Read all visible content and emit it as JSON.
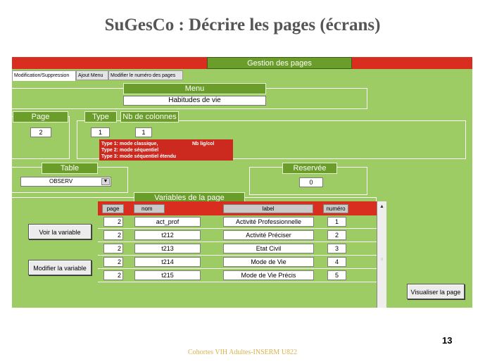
{
  "slide": {
    "title": "SuGesCo : Décrire les pages (écrans)",
    "page_number": "13",
    "footer": "Cohortes VIH Adultes-INSERM U822"
  },
  "app": {
    "window_title": "Gestion des pages",
    "colors": {
      "green": "#9ccc63",
      "dark_green": "#6b9d2a",
      "red": "#d92d20"
    },
    "tabs": [
      {
        "label": "Modification/Suppression",
        "active": true
      },
      {
        "label": "Ajout Menu",
        "active": false
      },
      {
        "label": "Modifier le numéro des pages",
        "active": false
      }
    ],
    "menu": {
      "label": "Menu",
      "value": "Habitudes de vie"
    },
    "page": {
      "label": "Page",
      "value": "2"
    },
    "type": {
      "label": "Type",
      "value": "1"
    },
    "nb_colonnes": {
      "label": "Nb de colonnes",
      "value": "1"
    },
    "type_info": {
      "line1": "Type 1: mode classique,",
      "line1b": "Nb lig/col",
      "line2": "Type 2: mode séquentiel",
      "line3": "Type 3: mode séquentiel étendu"
    },
    "table": {
      "label": "Table",
      "value": "OBSERV",
      "arrow_icon": "chevron-down-icon"
    },
    "reservee": {
      "label": "Reservée",
      "value": "0"
    },
    "variables": {
      "label": "Variables de la page",
      "columns": [
        "page",
        "nom",
        "label",
        "numéro"
      ],
      "rows": [
        {
          "page": "2",
          "nom": "act_prof",
          "label": "Activité Professionnelle",
          "numero": "1"
        },
        {
          "page": "2",
          "nom": "t212",
          "label": "Activité Préciser",
          "numero": "2"
        },
        {
          "page": "2",
          "nom": "t213",
          "label": "Etat Civil",
          "numero": "3"
        },
        {
          "page": "2",
          "nom": "t214",
          "label": "Mode de Vie",
          "numero": "4"
        },
        {
          "page": "2",
          "nom": "t215",
          "label": "Mode de Vie Précis",
          "numero": "5"
        }
      ]
    },
    "buttons": {
      "voir": "Voir la variable",
      "modifier": "Modifier la variable",
      "visualiser": "Visualiser la page"
    }
  }
}
